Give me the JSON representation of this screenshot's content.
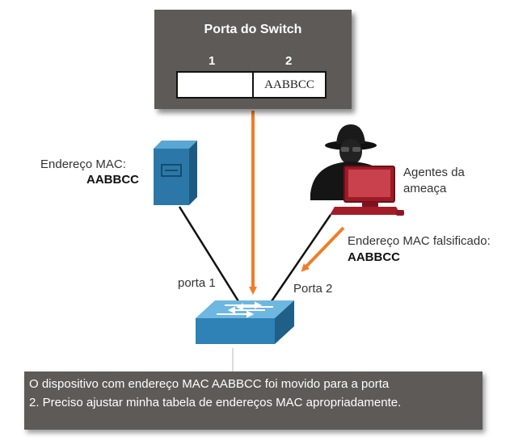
{
  "switch_table": {
    "title": "Porta do Switch",
    "columns": [
      "1",
      "2"
    ],
    "row": [
      "",
      "AABBCC"
    ]
  },
  "server": {
    "mac_label": "Endereço MAC:",
    "mac_value": "AABBCC"
  },
  "threat": {
    "label_line1": "Agentes da",
    "label_line2": "ameaça",
    "spoof_label": "Endereço MAC falsificado:",
    "spoof_value": "AABBCC"
  },
  "ports": {
    "port1": "porta 1",
    "port2": "Porta 2"
  },
  "callout": {
    "line1": "O dispositivo com endereço MAC AABBCC foi movido para a porta",
    "line2": "2. Preciso ajustar minha tabela de endereços MAC apropriadamente."
  },
  "colors": {
    "panel": "#5d5a57",
    "arrow": "#f07d27",
    "device_blue": "#2b6f9c",
    "threat_red": "#b01e2a"
  }
}
